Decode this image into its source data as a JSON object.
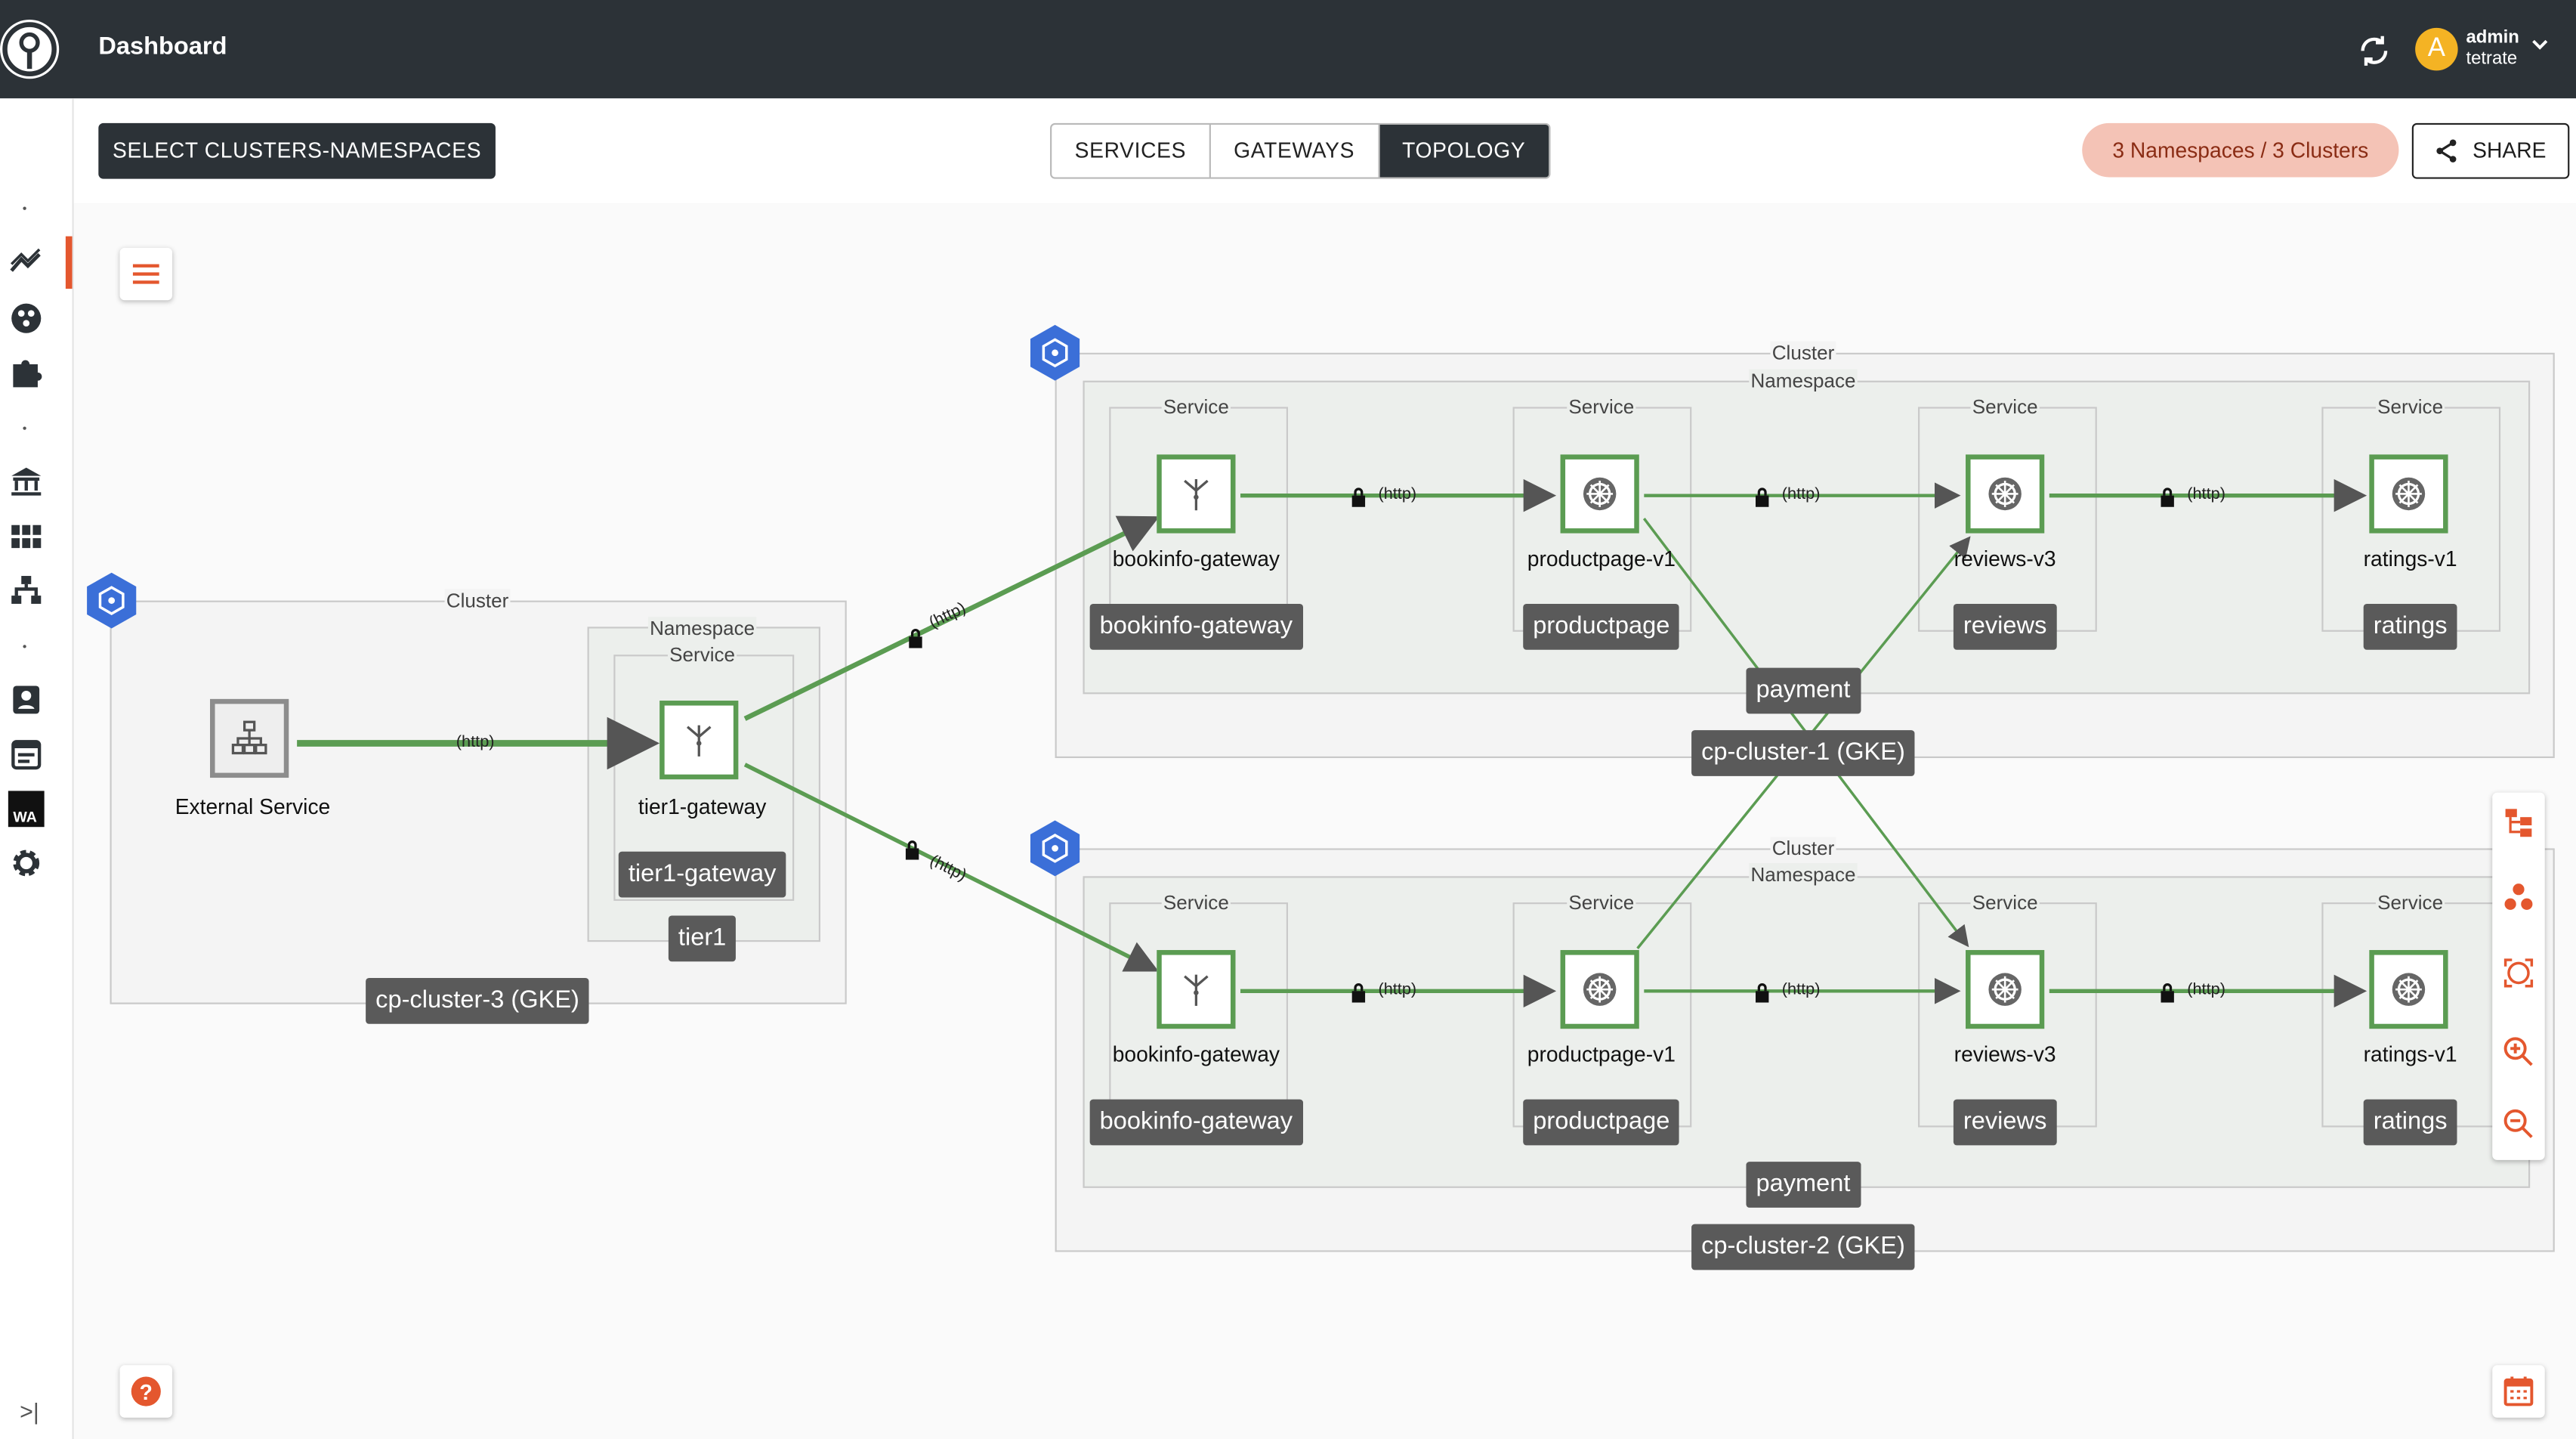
{
  "header": {
    "title": "Dashboard",
    "user_initial": "A",
    "user_name": "admin",
    "user_org": "tetrate"
  },
  "rail": {
    "icons": [
      "trending-icon",
      "mesh-icon",
      "extensions-icon",
      "bank-icon",
      "grid-icon",
      "hierarchy-icon",
      "badge-icon",
      "calendar-list-icon",
      "wa-icon",
      "settings-icon"
    ],
    "wa_label": "WA",
    "collapse_label": ">|"
  },
  "toolbar": {
    "select_label": "SELECT CLUSTERS-NAMESPACES",
    "tabs": [
      {
        "label": "SERVICES",
        "active": false
      },
      {
        "label": "GATEWAYS",
        "active": false
      },
      {
        "label": "TOPOLOGY",
        "active": true
      }
    ],
    "ns_summary": "3 Namespaces / 3 Clusters",
    "share_label": "SHARE"
  },
  "topology": {
    "box_labels": {
      "cluster": "Cluster",
      "namespace": "Namespace",
      "service": "Service"
    },
    "edge_label": "(http)",
    "external_service": "External Service",
    "clusters": [
      {
        "name": "cp-cluster-3 (GKE)",
        "namespace": "tier1",
        "services": [
          {
            "node": "tier1-gateway",
            "tag": "tier1-gateway"
          }
        ]
      },
      {
        "name": "cp-cluster-1 (GKE)",
        "namespace": "payment",
        "services": [
          {
            "node": "bookinfo-gateway",
            "tag": "bookinfo-gateway"
          },
          {
            "node": "productpage-v1",
            "tag": "productpage"
          },
          {
            "node": "reviews-v3",
            "tag": "reviews"
          },
          {
            "node": "ratings-v1",
            "tag": "ratings"
          }
        ]
      },
      {
        "name": "cp-cluster-2 (GKE)",
        "namespace": "payment",
        "services": [
          {
            "node": "bookinfo-gateway",
            "tag": "bookinfo-gateway"
          },
          {
            "node": "productpage-v1",
            "tag": "productpage"
          },
          {
            "node": "reviews-v3",
            "tag": "reviews"
          },
          {
            "node": "ratings-v1",
            "tag": "ratings"
          }
        ]
      }
    ]
  },
  "colors": {
    "accent": "#e4572e",
    "topbar": "#2c3237",
    "edge": "#5b9c52",
    "hex": "#3b6fd8",
    "tag": "#5a5a5a",
    "pill": "#f4c3b6"
  }
}
